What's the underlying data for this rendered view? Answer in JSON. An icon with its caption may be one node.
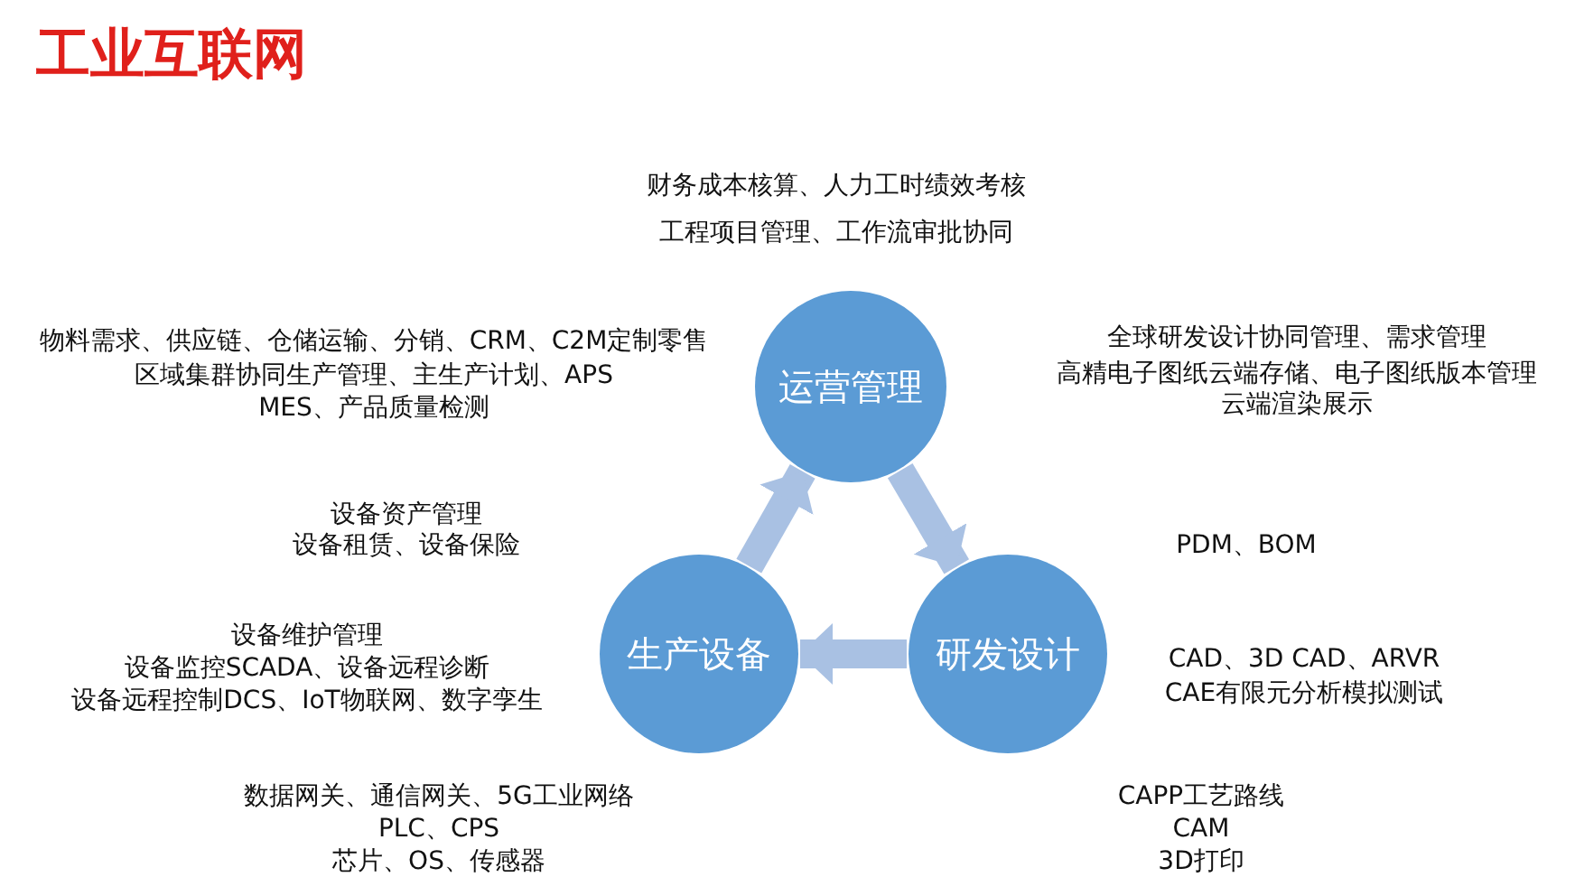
{
  "diagram": {
    "title": "工业互联网",
    "nodes": [
      {
        "text": [
          "运营管理"
        ]
      },
      {
        "text": [
          "生产设备"
        ]
      },
      {
        "text": [
          "研发设计"
        ]
      }
    ],
    "edges": [
      {
        "from": 0,
        "to": 2,
        "arrow": "to"
      },
      {
        "from": 2,
        "to": 1,
        "arrow": "to"
      },
      {
        "from": 1,
        "to": 0,
        "arrow": "to"
      }
    ],
    "labels": [
      "财务成本核算、人力工时绩效考核",
      "工程项目管理、工作流审批协同",
      "物料需求、供应链、仓储运输、分销、CRM、C2M定制零售",
      "区域集群协同生产管理、主生产计划、APS",
      "MES、产品质量检测",
      "全球研发设计协同管理、需求管理",
      "高精电子图纸云端存储、电子图纸版本管理",
      "云端渲染展示",
      "设备资产管理",
      "设备租赁、设备保险",
      "PDM、BOM",
      "设备维护管理",
      "设备监控SCADA、设备远程诊断",
      "设备远程控制DCS、IoT物联网、数字孪生",
      "CAD、3D CAD、ARVR",
      "CAE有限元分析模拟测试",
      "数据网关、通信网关、5G工业网络",
      "PLC、CPS",
      "芯片、OS、传感器",
      "CAPP工艺路线",
      "CAM",
      "3D打印"
    ]
  }
}
